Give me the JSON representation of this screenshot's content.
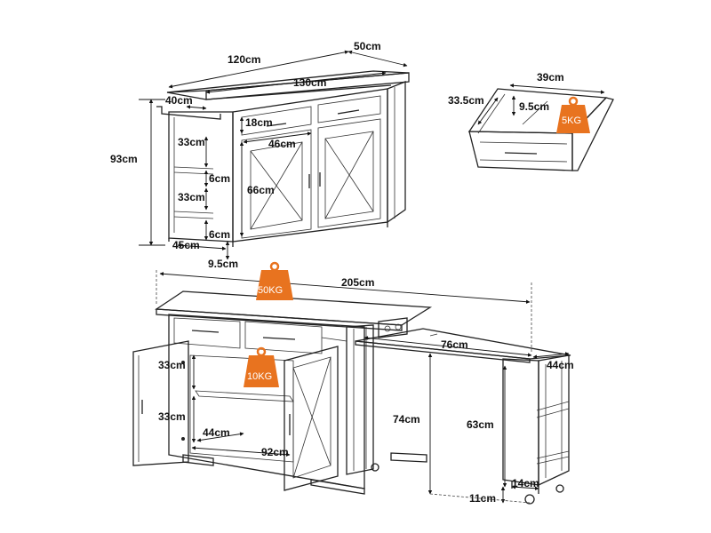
{
  "colors": {
    "accent": "#E8731F",
    "line": "#222222",
    "background": "#FFFFFF"
  },
  "weights": {
    "drawer_small": "5KG",
    "top": "50KG",
    "shelf": "10KG"
  },
  "dimensions": {
    "top_width": "120cm",
    "depth": "50cm",
    "full_width": "130cm",
    "rack_depth": "40cm",
    "height": "93cm",
    "rack_shelf_gap_upper": "33cm",
    "rack_shelf_gap_lower": "33cm",
    "rack_rail_upper": "6cm",
    "rack_rail_lower": "6cm",
    "side_depth": "45cm",
    "foot_height": "9.5cm",
    "drawer_height": "18cm",
    "drawer_width": "46cm",
    "door_height": "66cm",
    "drawer_detail_width": "39cm",
    "drawer_detail_depth": "33.5cm",
    "drawer_detail_height": "9.5cm",
    "extended_width": "205cm",
    "cabinet_shelf_upper": "33cm",
    "cabinet_shelf_lower": "33cm",
    "cabinet_interior_depth": "44cm",
    "cabinet_interior_width": "92cm",
    "extension_length": "76cm",
    "extension_depth": "44cm",
    "counter_height": "74cm",
    "extension_leg_height": "63cm",
    "caster_height": "11cm",
    "caster_width": "14cm"
  }
}
